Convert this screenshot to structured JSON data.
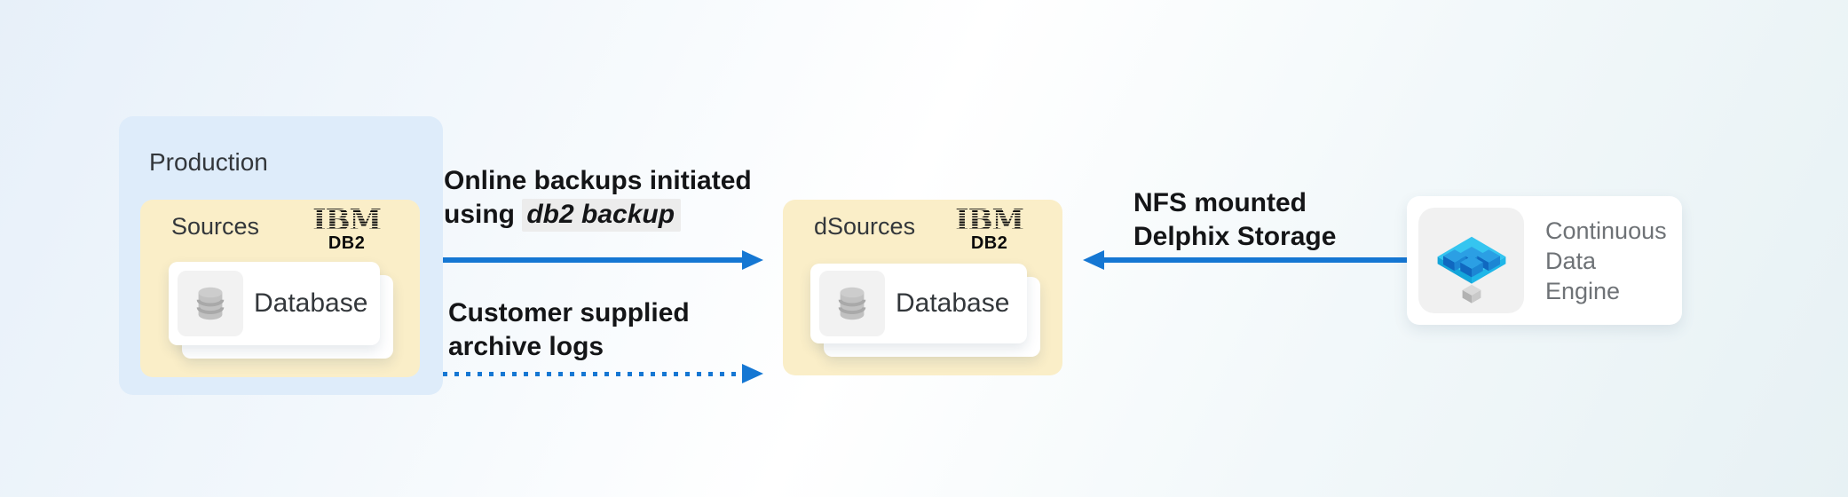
{
  "colors": {
    "arrow-blue": "#1577d3",
    "production-bg": "#deecfa",
    "group-yellow": "#faeec8",
    "card-white": "#ffffff",
    "tile-gray": "#f2f2f2",
    "code-bg": "#ececec",
    "label-dark": "#141517",
    "box-label": "#33373b",
    "engine-text": "#6e7276"
  },
  "production": {
    "label": "Production"
  },
  "sources": {
    "label": "Sources",
    "logo_brand": "IBM",
    "logo_product": "DB2",
    "database_label": "Database"
  },
  "dsources": {
    "label": "dSources",
    "logo_brand": "IBM",
    "logo_product": "DB2",
    "database_label": "Database"
  },
  "engine": {
    "line1": "Continuous",
    "line2": "Data",
    "line3": "Engine"
  },
  "arrows": {
    "online_backups": {
      "style": "solid",
      "direction": "right",
      "text": "Online backups initiated using ",
      "code": "db2 backup"
    },
    "archive_logs": {
      "style": "dotted",
      "direction": "right",
      "text": "Customer supplied archive logs"
    },
    "nfs": {
      "style": "solid",
      "direction": "left",
      "text": "NFS mounted Delphix Storage"
    }
  }
}
